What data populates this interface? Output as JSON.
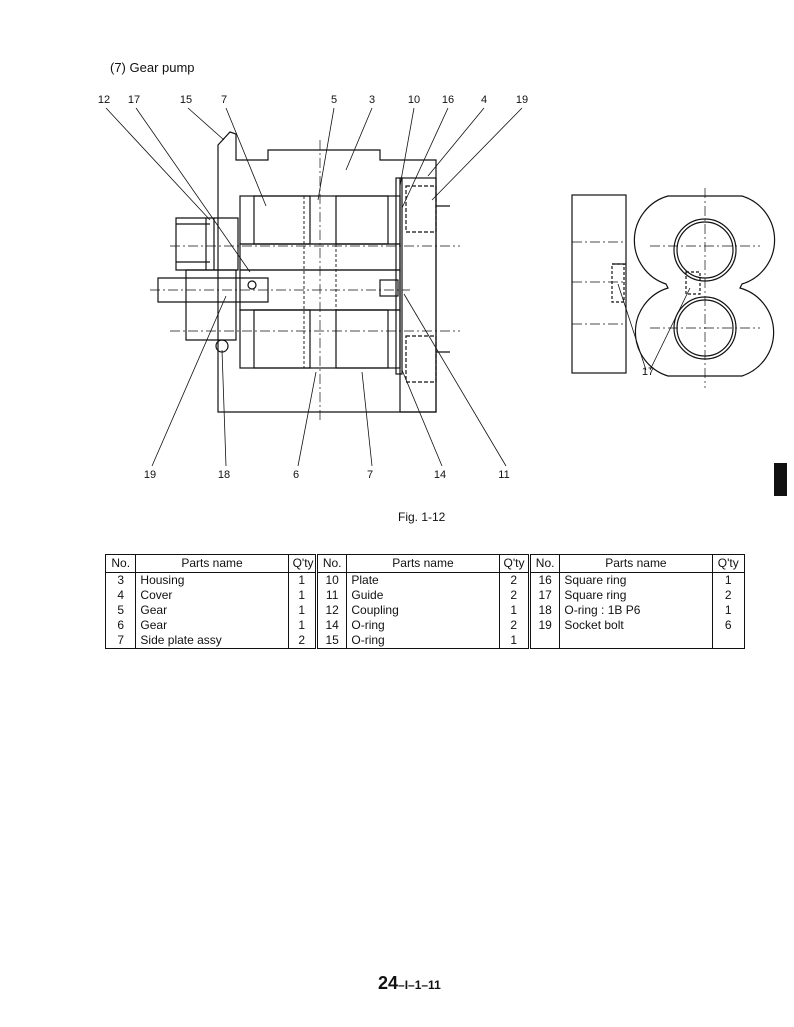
{
  "section_title": "(7) Gear pump",
  "callouts_top": [
    "12",
    "17",
    "15",
    "7",
    "5",
    "3",
    "10",
    "16",
    "4",
    "19"
  ],
  "callouts_bottom": [
    "19",
    "18",
    "6",
    "7",
    "14",
    "11"
  ],
  "callout_side": "17",
  "figure_caption": "Fig. 1-12",
  "table": {
    "headers": [
      "No.",
      "Parts name",
      "Q'ty"
    ],
    "rows": [
      [
        [
          "3",
          "Housing",
          "1"
        ],
        [
          "10",
          "Plate",
          "2"
        ],
        [
          "16",
          "Square ring",
          "1"
        ]
      ],
      [
        [
          "4",
          "Cover",
          "1"
        ],
        [
          "11",
          "Guide",
          "2"
        ],
        [
          "17",
          "Square ring",
          "2"
        ]
      ],
      [
        [
          "5",
          "Gear",
          "1"
        ],
        [
          "12",
          "Coupling",
          "1"
        ],
        [
          "18",
          "O-ring : 1B  P6",
          "1"
        ]
      ],
      [
        [
          "6",
          "Gear",
          "1"
        ],
        [
          "14",
          "O-ring",
          "2"
        ],
        [
          "19",
          "Socket bolt",
          "6"
        ]
      ],
      [
        [
          "7",
          "Side plate assy",
          "2"
        ],
        [
          "15",
          "O-ring",
          "1"
        ],
        [
          "",
          "",
          ""
        ]
      ]
    ]
  },
  "page_number": {
    "main": "24",
    "sub": "–I–1–11"
  }
}
